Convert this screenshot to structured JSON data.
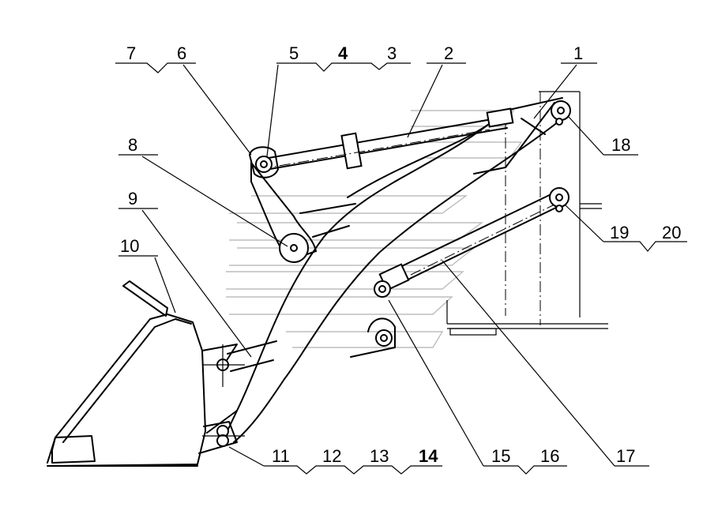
{
  "diagram": {
    "labels": {
      "l1": "1",
      "l2": "2",
      "l3": "3",
      "l4": "4",
      "l5": "5",
      "l6": "6",
      "l7": "7",
      "l8": "8",
      "l9": "9",
      "l10": "10",
      "l11": "11",
      "l12": "12",
      "l13": "13",
      "l14": "14",
      "l15": "15",
      "l16": "16",
      "l17": "17",
      "l18": "18",
      "l19": "19",
      "l20": "20"
    }
  }
}
